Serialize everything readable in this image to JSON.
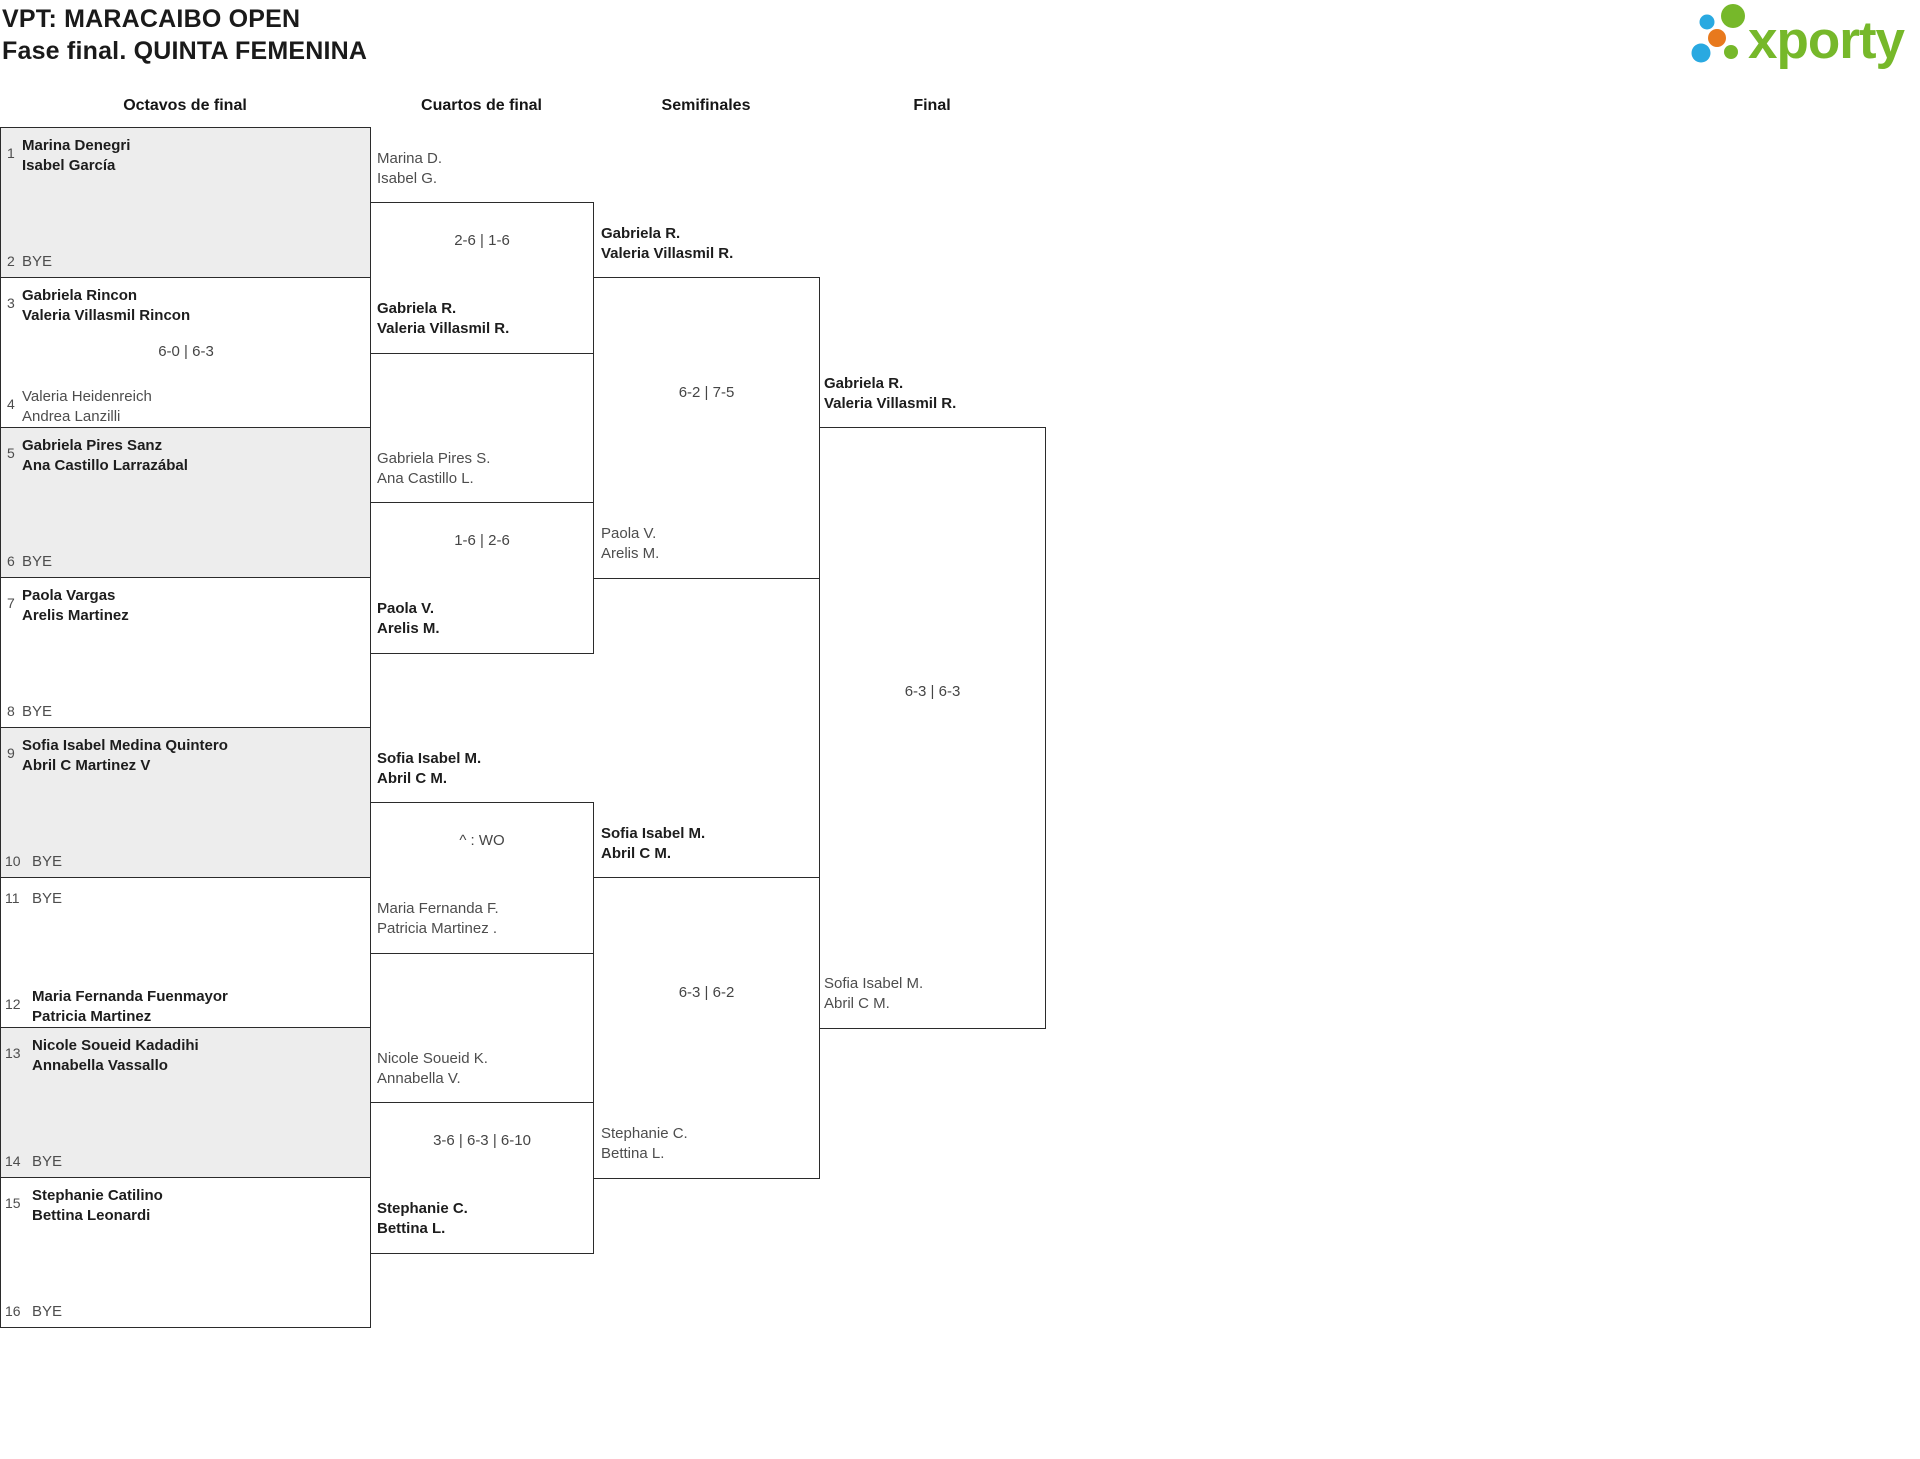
{
  "header": {
    "title_line1": "VPT: MARACAIBO OPEN",
    "title_line2": "Fase final. QUINTA FEMENINA",
    "logo_text": "xporty",
    "logo_colors": {
      "green": "#76B82A",
      "blue": "#29A9E1",
      "orange": "#E8791D"
    }
  },
  "columns": {
    "r16": "Octavos de final",
    "qf": "Cuartos de final",
    "sf": "Semifinales",
    "final": "Final"
  },
  "r16": [
    {
      "seed_top": "1",
      "top": [
        "Marina Denegri",
        "Isabel García"
      ],
      "seed_bottom": "2",
      "bottom": [
        "BYE"
      ],
      "score": ""
    },
    {
      "seed_top": "3",
      "top": [
        "Gabriela Rincon",
        "Valeria Villasmil Rincon"
      ],
      "seed_bottom": "4",
      "bottom": [
        "Valeria Heidenreich",
        "Andrea Lanzilli"
      ],
      "score": "6-0 | 6-3"
    },
    {
      "seed_top": "5",
      "top": [
        "Gabriela Pires Sanz",
        "Ana Castillo Larrazábal"
      ],
      "seed_bottom": "6",
      "bottom": [
        "BYE"
      ],
      "score": ""
    },
    {
      "seed_top": "7",
      "top": [
        "Paola Vargas",
        "Arelis Martinez"
      ],
      "seed_bottom": "8",
      "bottom": [
        "BYE"
      ],
      "score": ""
    },
    {
      "seed_top": "9",
      "top": [
        "Sofia Isabel Medina Quintero",
        "Abril C Martinez V"
      ],
      "seed_bottom": "10",
      "bottom": [
        "BYE"
      ],
      "score": ""
    },
    {
      "seed_top": "11",
      "top": [
        "BYE"
      ],
      "seed_bottom": "12",
      "bottom": [
        "Maria Fernanda Fuenmayor",
        "Patricia Martinez"
      ],
      "score": ""
    },
    {
      "seed_top": "13",
      "top": [
        "Nicole Soueid Kadadihi",
        "Annabella Vassallo"
      ],
      "seed_bottom": "14",
      "bottom": [
        "BYE"
      ],
      "score": ""
    },
    {
      "seed_top": "15",
      "top": [
        "Stephanie Catilino",
        "Bettina Leonardi"
      ],
      "seed_bottom": "16",
      "bottom": [
        "BYE"
      ],
      "score": ""
    }
  ],
  "qf": [
    {
      "t1": [
        "Marina D.",
        "Isabel G."
      ],
      "t2": [
        "Gabriela R.",
        "Valeria Villasmil R."
      ],
      "score": "2-6 | 1-6"
    },
    {
      "t1": [
        "Gabriela Pires S.",
        "Ana Castillo L."
      ],
      "t2": [
        "Paola V.",
        "Arelis M."
      ],
      "score": "1-6 | 2-6"
    },
    {
      "t1": [
        "Sofia Isabel M.",
        "Abril C M."
      ],
      "t2": [
        "Maria Fernanda F.",
        "Patricia Martinez ."
      ],
      "score": "^ : WO"
    },
    {
      "t1": [
        "Nicole Soueid K.",
        "Annabella V."
      ],
      "t2": [
        "Stephanie C.",
        "Bettina L."
      ],
      "score": "3-6 | 6-3 | 6-10"
    }
  ],
  "sf": [
    {
      "t1": [
        "Gabriela R.",
        "Valeria Villasmil R."
      ],
      "t2": [
        "Paola V.",
        "Arelis M."
      ],
      "score": "6-2 | 7-5"
    },
    {
      "t1": [
        "Sofia Isabel M.",
        "Abril C M."
      ],
      "t2": [
        "Stephanie C.",
        "Bettina L."
      ],
      "score": "6-3 | 6-2"
    }
  ],
  "final": {
    "t1": [
      "Gabriela R.",
      "Valeria Villasmil R."
    ],
    "t2": [
      "Sofia Isabel M.",
      "Abril C M."
    ],
    "score": "6-3 | 6-3"
  }
}
